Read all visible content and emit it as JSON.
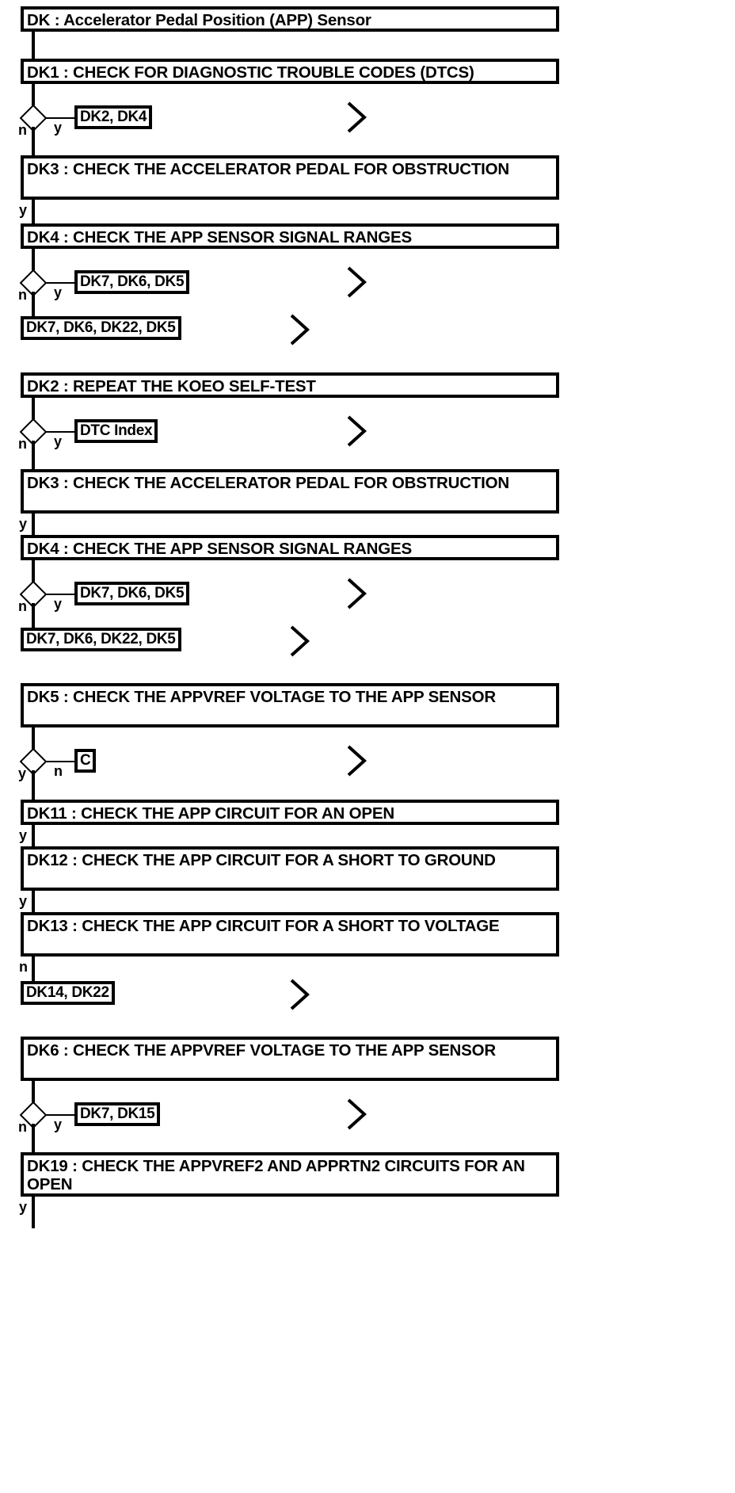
{
  "title": "DK : Accelerator Pedal Position (APP) Sensor",
  "labels": {
    "yes": "y",
    "no": "n"
  },
  "colors": {
    "line": "#000000",
    "background": "#ffffff"
  },
  "nodes": {
    "title_bar": "DK : Accelerator Pedal Position (APP) Sensor",
    "dk1": "DK1 : CHECK FOR DIAGNOSTIC TROUBLE CODES (DTCS)",
    "ref_dk2_dk4": "DK2, DK4",
    "dk3_a": "DK3 : CHECK THE ACCELERATOR PEDAL FOR OBSTRUCTION",
    "dk4_a": "DK4 : CHECK THE APP SENSOR SIGNAL RANGES",
    "ref_dk7_dk6_dk5_a": "DK7, DK6, DK5",
    "ref_dk7_dk6_dk22_dk5_a": "DK7, DK6, DK22, DK5",
    "dk2": "DK2 : REPEAT THE KOEO SELF-TEST",
    "ref_dtc_index": "DTC Index",
    "dk3_b": "DK3 : CHECK THE ACCELERATOR PEDAL FOR OBSTRUCTION",
    "dk4_b": "DK4 : CHECK THE APP SENSOR SIGNAL RANGES",
    "ref_dk7_dk6_dk5_b": "DK7, DK6, DK5",
    "ref_dk7_dk6_dk22_dk5_b": "DK7, DK6, DK22, DK5",
    "dk5": "DK5 : CHECK THE APPVREF VOLTAGE TO THE APP SENSOR",
    "ref_c": "C",
    "dk11": "DK11 : CHECK THE APP CIRCUIT FOR AN OPEN",
    "dk12": "DK12 : CHECK THE APP CIRCUIT FOR A SHORT TO GROUND",
    "dk13": "DK13 : CHECK THE APP CIRCUIT FOR A SHORT TO VOLTAGE",
    "ref_dk14_dk22": "DK14, DK22",
    "dk6": "DK6 : CHECK THE APPVREF VOLTAGE TO THE APP SENSOR",
    "ref_dk7_dk15": "DK7, DK15",
    "dk19": "DK19 : CHECK THE APPVREF2 AND APPRTN2 CIRCUITS FOR AN OPEN"
  },
  "branch_labels": {
    "b1_n": "n",
    "b1_y": "y",
    "b2_y": "y",
    "b3_n": "n",
    "b3_y": "y",
    "b4_n": "n",
    "b4_y": "y",
    "b5_y": "y",
    "b6_n": "n",
    "b6_y": "y",
    "b7_y": "y",
    "b7_n": "n",
    "b8_y": "y",
    "b9_y": "y",
    "b10_n": "n",
    "b11_n": "n",
    "b11_y": "y",
    "b12_y": "y"
  }
}
